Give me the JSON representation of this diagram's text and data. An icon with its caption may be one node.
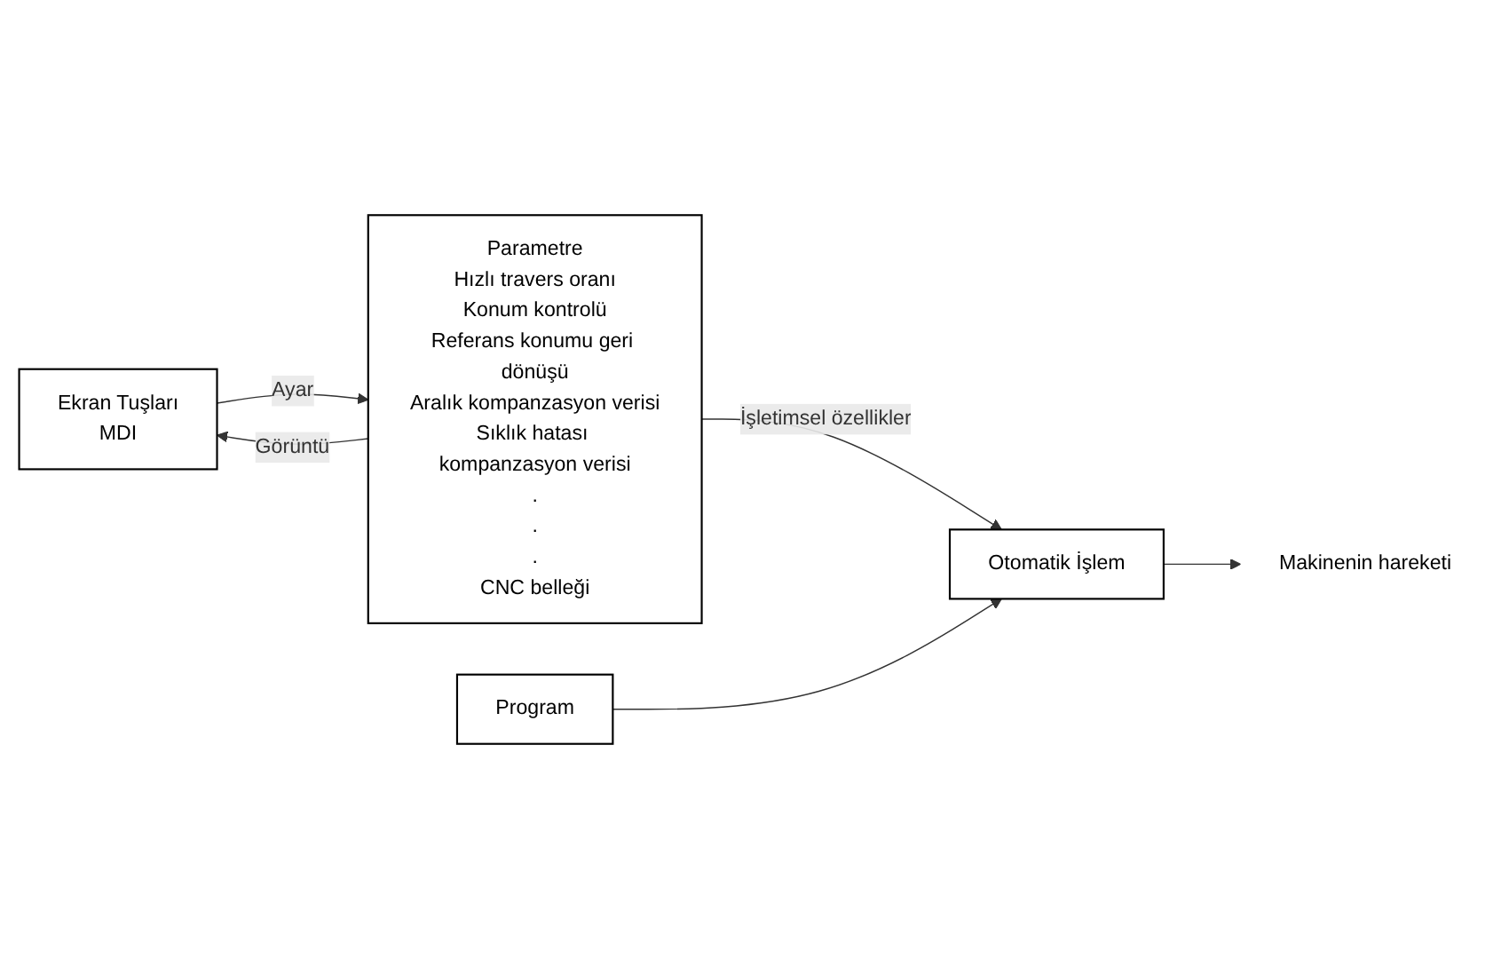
{
  "diagram": {
    "nodes": [
      {
        "text": [
          "Ekran Tuşları",
          "MDI"
        ]
      },
      {
        "text": [
          "Parametre",
          "Hızlı travers oranı",
          "Konum kontrolü",
          "Referans konumu geri dönüşü",
          "Aralık kompanzasyon verisi",
          "Sıklık hatası kompanzasyon verisi",
          ".",
          ".",
          ".",
          "CNC belleği"
        ]
      },
      {
        "text": [
          "Program"
        ]
      },
      {
        "text": [
          "Otomatik İşlem"
        ]
      },
      {
        "text": [
          "Makinenin hareketi"
        ]
      }
    ],
    "edges": [
      {
        "from": 0,
        "to": 1,
        "arrow": "to",
        "label": "Ayar"
      },
      {
        "from": 1,
        "to": 0,
        "arrow": "to",
        "label": "Görüntü"
      },
      {
        "from": 1,
        "to": 3,
        "arrow": "to",
        "label": "İşletimsel özellikler"
      },
      {
        "from": 2,
        "to": 3,
        "arrow": "to"
      },
      {
        "from": 3,
        "to": 4,
        "arrow": "to"
      }
    ]
  }
}
